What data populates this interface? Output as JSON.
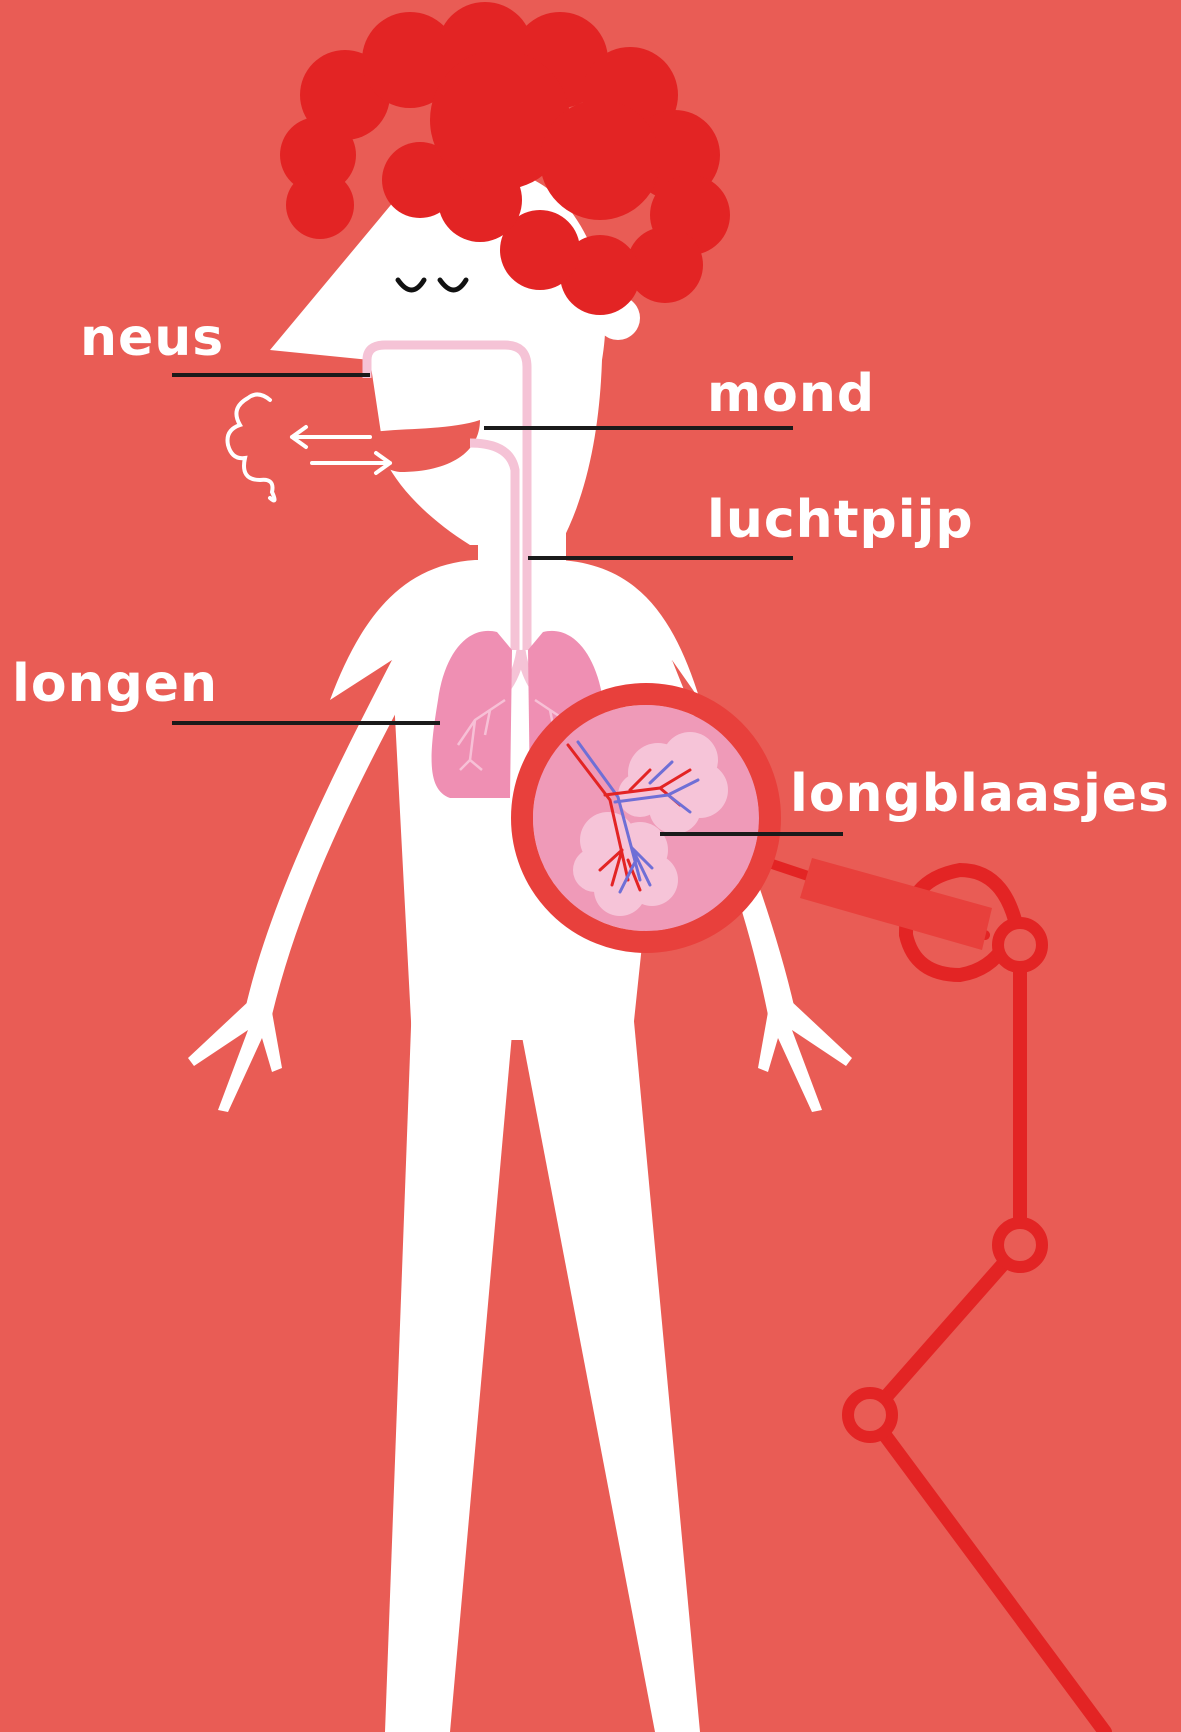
{
  "labels": {
    "nose": "neus",
    "mouth": "mond",
    "trachea": "luchtpijp",
    "lungs": "longen",
    "alveoli": "longblaasjes"
  },
  "colors": {
    "background": "#e95c55",
    "body": "#ffffff",
    "hair": "#e32424",
    "airway": "#f5c3d6",
    "lung": "#ef8fb3",
    "leader_line": "#1a1a1a",
    "artery": "#e32424",
    "vein": "#6f6fd6",
    "robot_arm": "#e32424"
  }
}
